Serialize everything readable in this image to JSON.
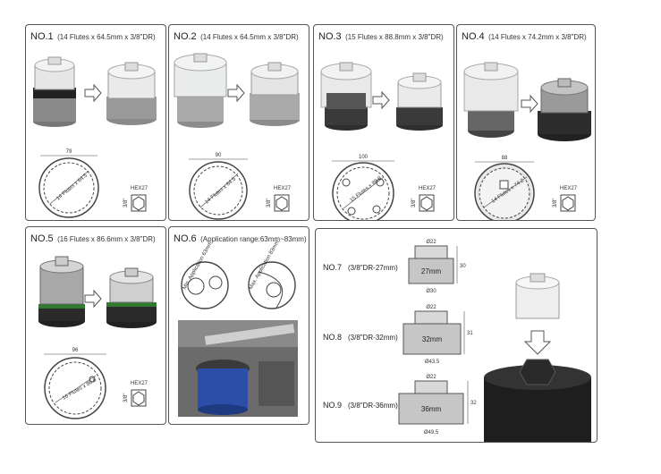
{
  "panels": [
    {
      "no": "NO.1",
      "spec": "(14 Flutes x 64.5mm x 3/8\"DR)",
      "diameter": "79",
      "flute": "14 Flutes x 64.5",
      "hex": "HEX27",
      "drive": "3/8\""
    },
    {
      "no": "NO.2",
      "spec": "(14 Flutes x 64.5mm x 3/8\"DR)",
      "diameter": "90",
      "flute": "14 Flutes x 64.5",
      "hex": "HEX27",
      "drive": "3/8\""
    },
    {
      "no": "NO.3",
      "spec": "(15 Flutes x 88.8mm x 3/8\"DR)",
      "diameter": "100",
      "flute": "15 Flutes x 88.8",
      "hex": "HEX27",
      "drive": "3/8\""
    },
    {
      "no": "NO.4",
      "spec": "(14 Flutes x 74.2mm x 3/8\"DR)",
      "diameter": "88",
      "flute": "14 Flutes x 74.2",
      "hex": "HEX27",
      "drive": "3/8\""
    },
    {
      "no": "NO.5",
      "spec": "(16 Flutes x 86.6mm x 3/8\"DR)",
      "diameter": "96",
      "flute": "16 Flutes x 86.6",
      "hex": "HEX27",
      "drive": "3/8\""
    },
    {
      "no": "NO.6",
      "spec": "(Application range:63mm~83mm)",
      "min_label": "Min. Application 63mm",
      "max_label": "Max. Application 83mm"
    }
  ],
  "sockets": [
    {
      "no": "NO.7",
      "spec": "(3/8\"DR-27mm)",
      "top": "Ø22",
      "body": "27mm",
      "bottom": "Ø30",
      "height": "30"
    },
    {
      "no": "NO.8",
      "spec": "(3/8\"DR-32mm)",
      "top": "Ø22",
      "body": "32mm",
      "bottom": "Ø43.5",
      "height": "31"
    },
    {
      "no": "NO.9",
      "spec": "(3/8\"DR-36mm)",
      "top": "Ø22",
      "body": "36mm",
      "bottom": "Ø49.5",
      "height": "32"
    }
  ],
  "colors": {
    "border": "#555555",
    "metal": "#b9b9b9",
    "dark": "#3a3a3a",
    "green": "#2f7a2f",
    "blue": "#2b4fa8"
  }
}
